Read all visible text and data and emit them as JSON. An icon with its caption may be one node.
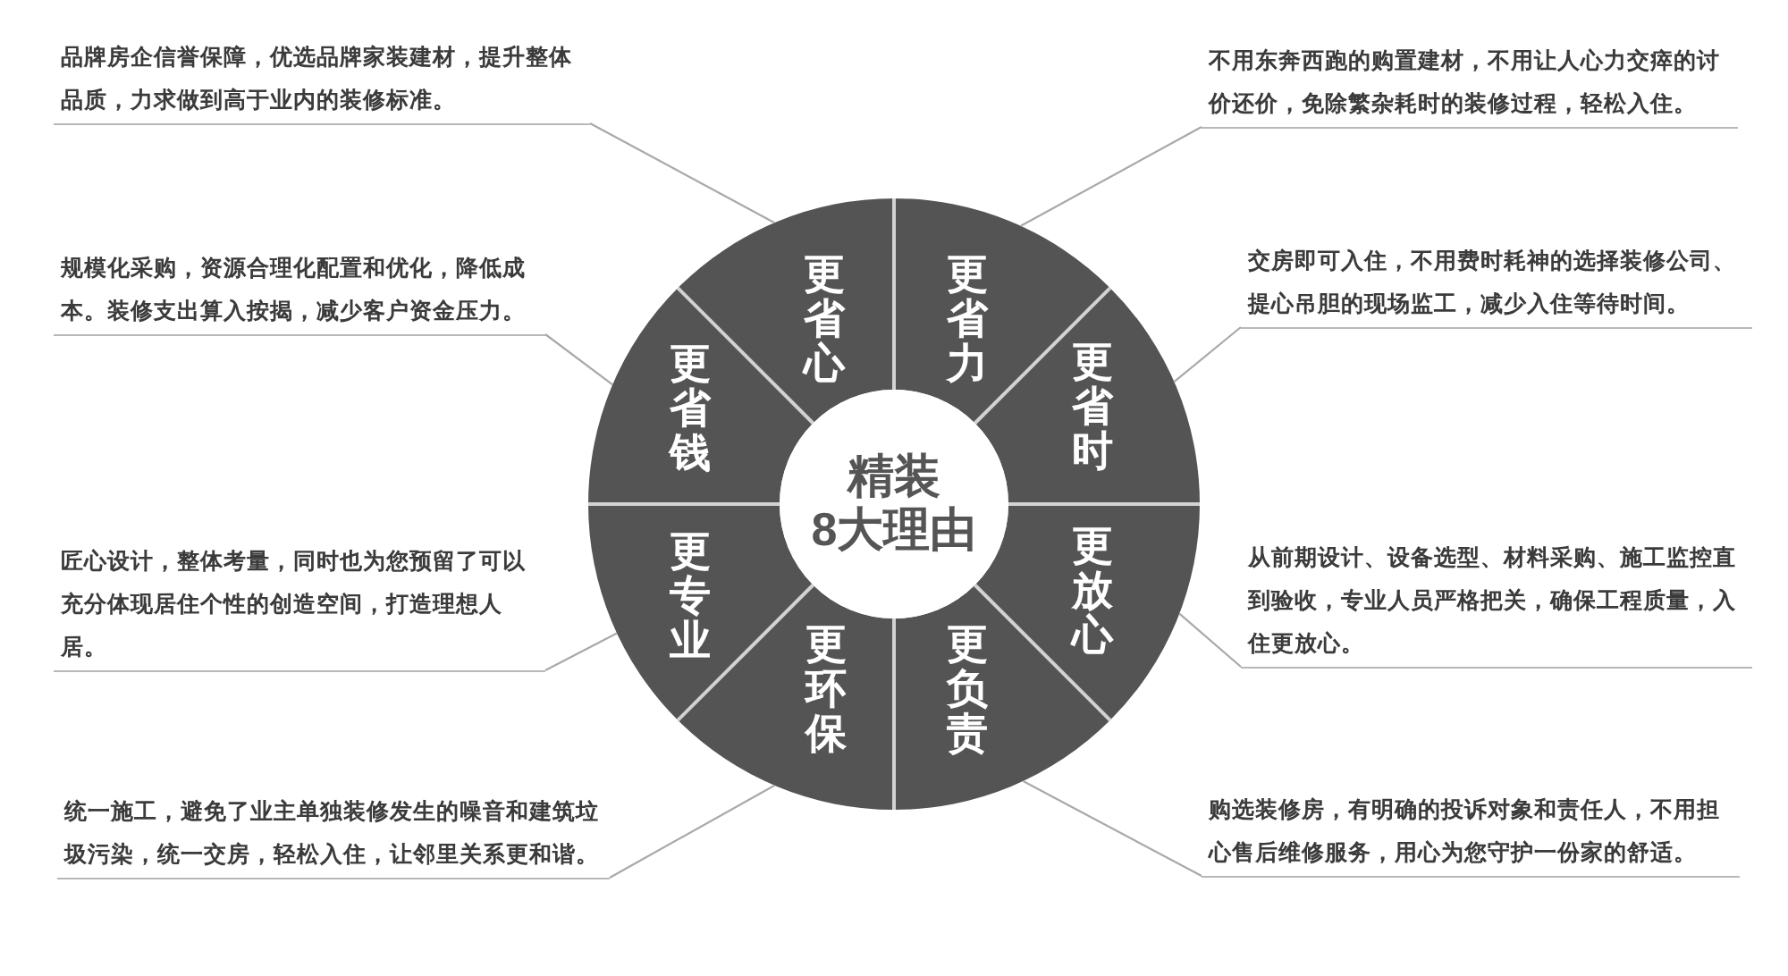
{
  "diagram": {
    "nodes": [
      {
        "text": [
          "精装",
          "8大理由"
        ]
      },
      {
        "text": [
          "更省心"
        ]
      },
      {
        "text": [
          "更省力"
        ]
      },
      {
        "text": [
          "更省时"
        ]
      },
      {
        "text": [
          "更放心"
        ]
      },
      {
        "text": [
          "更负责"
        ]
      },
      {
        "text": [
          "更环保"
        ]
      },
      {
        "text": [
          "更专业"
        ]
      },
      {
        "text": [
          "更省钱"
        ]
      },
      {
        "text": [
          "品牌房企信誉保障，优选品牌家装建材，提升整体品质，力求做到高于业内的装修标准。"
        ]
      },
      {
        "text": [
          "不用东奔西跑的购置建材，不用让人心力交瘁的讨价还价，免除繁杂耗时的装修过程，轻松入住。"
        ]
      },
      {
        "text": [
          "交房即可入住，不用费时耗神的选择装修公司、提心吊胆的现场监工，减少入住等待时间。"
        ]
      },
      {
        "text": [
          "从前期设计、设备选型、材料采购、施工监控直到验收，专业人员严格把关，确保工程质量，入住更放心。"
        ]
      },
      {
        "text": [
          "购选装修房，有明确的投诉对象和责任人，不用担心售后维修服务，用心为您守护一份家的舒适。"
        ]
      },
      {
        "text": [
          "统一施工，避免了业主单独装修发生的噪音和建筑垃圾污染，统一交房，轻松入住，让邻里关系更和谐。"
        ]
      },
      {
        "text": [
          "匠心设计，整体考量，同时也为您预留了可以充分体现居住个性的创造空间，打造理想人居。"
        ]
      },
      {
        "text": [
          "规模化采购，资源合理化配置和优化，降低成本。装修支出算入按揭，减少客户资金压力。"
        ]
      }
    ],
    "edges": [
      {
        "from": 9,
        "to": 1,
        "arrow": "none"
      },
      {
        "from": 10,
        "to": 2,
        "arrow": "none"
      },
      {
        "from": 11,
        "to": 3,
        "arrow": "none"
      },
      {
        "from": 12,
        "to": 4,
        "arrow": "none"
      },
      {
        "from": 13,
        "to": 5,
        "arrow": "none"
      },
      {
        "from": 14,
        "to": 6,
        "arrow": "none"
      },
      {
        "from": 15,
        "to": 7,
        "arrow": "none"
      },
      {
        "from": 16,
        "to": 8,
        "arrow": "none"
      }
    ]
  }
}
